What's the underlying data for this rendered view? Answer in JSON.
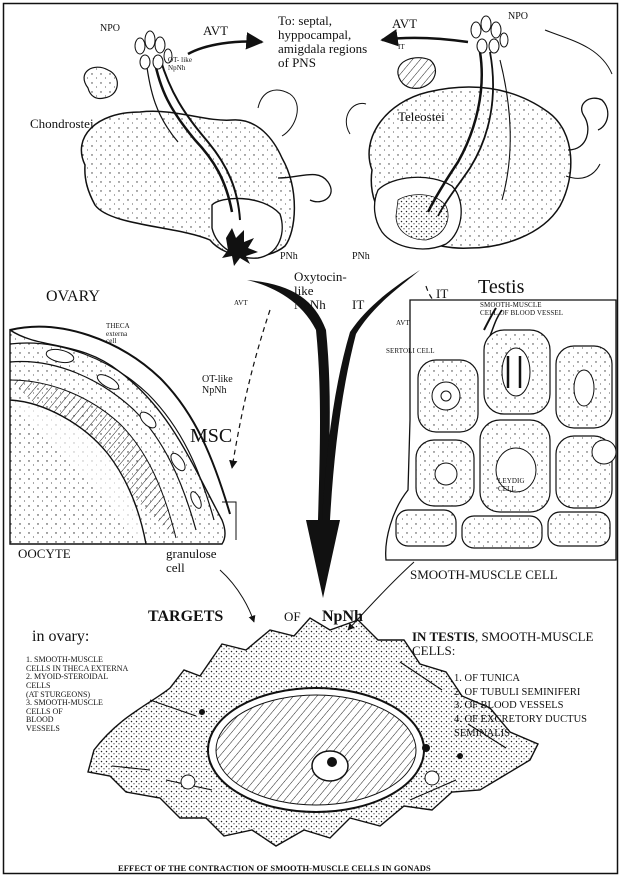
{
  "labels": {
    "npo_left": "NPO",
    "avt_left": "AVT",
    "ot_like_top": "OT- like\nNpNh",
    "to_regions": "To: septal,\nhyppocampal,\namigdala regions\nof PNS",
    "avt_right": "AVT",
    "it_top": "IT",
    "npo_right": "NPO",
    "chondrostei": "Chondrostei",
    "teleostei": "Teleostei",
    "pnh_left": "PNh",
    "oxytocin_like": "Oxytocin-\nlike\nNpNh",
    "pnh_right": "PNh",
    "it_center": "IT",
    "it_right": "IT",
    "ovary": "OVARY",
    "avt_ovary": "AVT",
    "theca": "THECA\nexterna\ncell",
    "ot_like_mid": "OT-like\nNpNh",
    "msc": "MSC",
    "oocyte": "OOCYTE",
    "granulose": "granulose\ncell",
    "testis": "Testis",
    "smc_vessel": "SMOOTH-MUSCLE\nCELL OF BLOOD VESSEL",
    "avt_testis": "AVT",
    "sertoli": "SERTOLI CELL",
    "leydig": "LEYDIG\nCELL",
    "smooth_muscle_cell": "SMOOTH-MUSCLE CELL",
    "targets": "TARGETS",
    "of": "OF",
    "npnh": "NpNh",
    "in_ovary": "in ovary:",
    "in_testis_bold": "IN TESTIS",
    "in_testis_rest": ", SMOOTH-MUSCLE\nCELLS:",
    "footer": "EFFECT OF THE CONTRACTION OF SMOOTH-MUSCLE CELLS IN GONADS"
  },
  "ovary_targets": [
    "1. SMOOTH-MUSCLE\n   CELLS IN THECA EXTERNA",
    "2. MYOID-STEROIDAL\n   CELLS\n   (AT STURGEONS)",
    "3. SMOOTH-MUSCLE\n   CELLS OF\n   BLOOD\n   VESSELS"
  ],
  "testis_targets": [
    "1. OF TUNICA",
    "2. OF TUBULI SEMINIFERI",
    "3. OF BLOOD VESSELS",
    "4. OF EXCRETORY DUCTUS\n   SEMINALIS"
  ]
}
